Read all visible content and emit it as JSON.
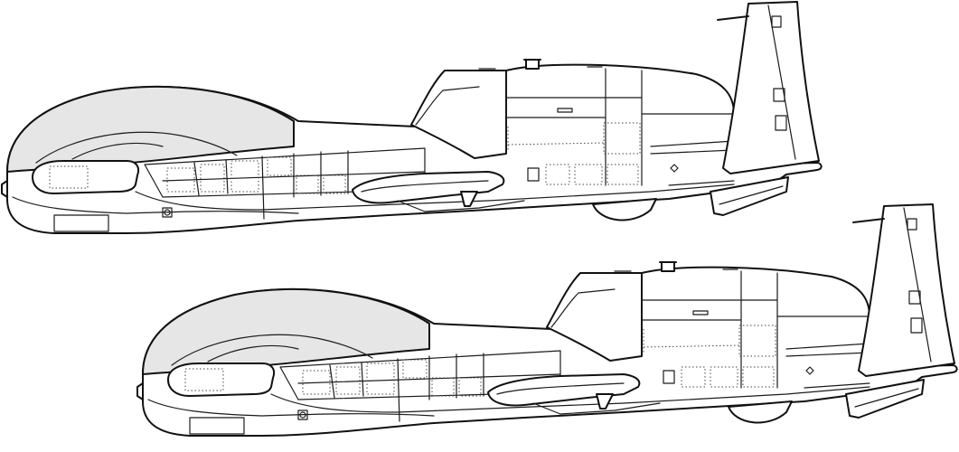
{
  "diagram": {
    "kind": "technical line drawing",
    "subjects": [
      {
        "name": "upper-drone-profile",
        "view": "side"
      },
      {
        "name": "lower-drone-profile",
        "view": "side"
      }
    ],
    "colors": {
      "outline": "#111111",
      "body_fill": "#ffffff",
      "canopy_fill": "#e6e6e6",
      "background": "#ffffff"
    }
  }
}
